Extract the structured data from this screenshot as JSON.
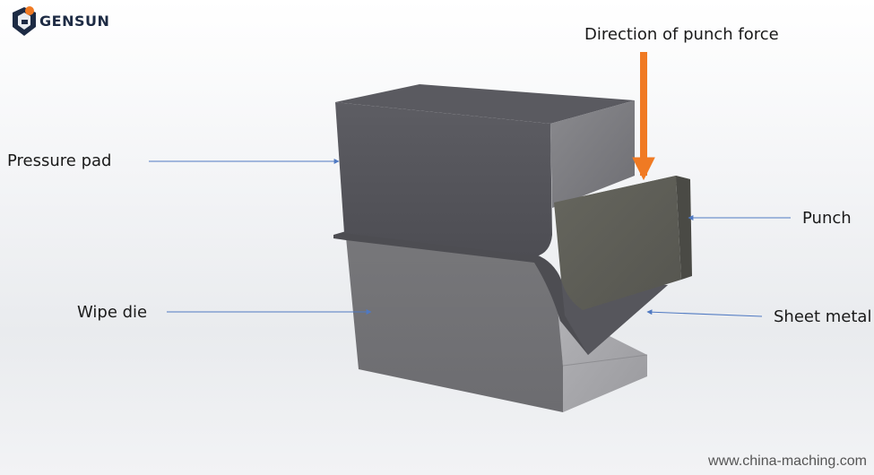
{
  "brand": {
    "name": "GENSUN",
    "logo_icon": "gensun-shield-logo",
    "accent_color": "#f07a23",
    "logo_color": "#1d2b44"
  },
  "labels": {
    "punch_force": "Direction of punch force",
    "pressure_pad": "Pressure pad",
    "punch": "Punch",
    "wipe_die": "Wipe die",
    "sheet_metal": "Sheet metal"
  },
  "watermark": "www.china-maching.com",
  "colors": {
    "force_arrow": "#f07a23",
    "leader_lines": "#4f79c2"
  }
}
